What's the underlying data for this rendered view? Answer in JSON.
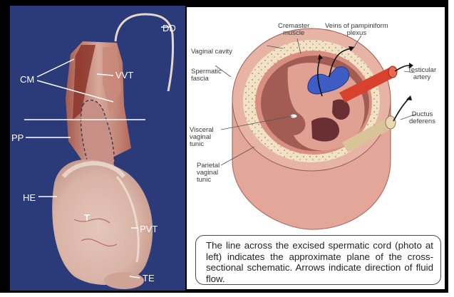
{
  "photo": {
    "labels": {
      "dd": "DD",
      "cm": "CM",
      "vvt": "VVT",
      "pp": "PP",
      "he": "HE",
      "t": "T",
      "pvt": "PVT",
      "te": "TE"
    }
  },
  "schematic": {
    "labels": {
      "cremaster": [
        "Cremaster",
        "muscle"
      ],
      "veins": [
        "Veins of pampiniform",
        "plexus"
      ],
      "vaginal_cavity": "Vaginal cavity",
      "spermatic_fascia": [
        "Spermatic",
        "fascia"
      ],
      "testicular_artery": [
        "Testicular",
        "artery"
      ],
      "ductus": [
        "Ductus",
        "deferens"
      ],
      "visceral": [
        "Visceral",
        "vaginal",
        "tunic"
      ],
      "parietal": [
        "Parietal",
        "vaginal",
        "tunic"
      ]
    }
  },
  "caption": "The line across the excised spermatic cord (photo at left) indicates the approximate plane of the cross-sectional schematic. Arrows indicate direction of fluid flow.",
  "colors": {
    "background": "#2b3a78",
    "tissue_pink": "#e3a79a",
    "vein_blue": "#3d5cc4",
    "artery_red": "#d8412c",
    "ductus_tan": "#d9c49a"
  }
}
